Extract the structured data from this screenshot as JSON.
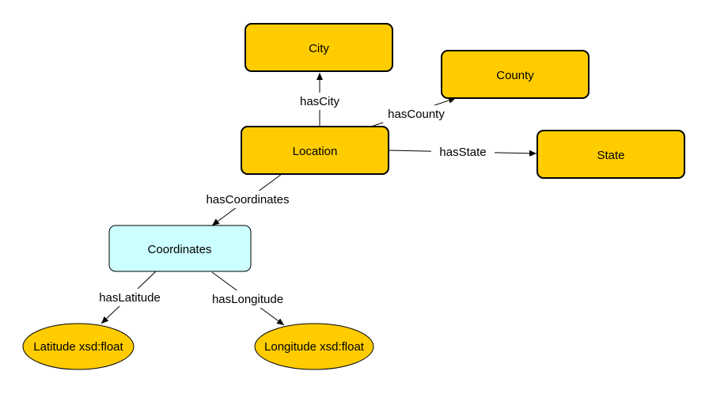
{
  "colors": {
    "class_fill": "#ffcc00",
    "blank_node_fill": "#ccffff",
    "stroke": "#000000",
    "background": "#ffffff"
  },
  "nodes": {
    "city": "City",
    "county": "County",
    "location": "Location",
    "state": "State",
    "coordinates": "Coordinates",
    "latitude": "Latitude xsd:float",
    "longitude": "Longitude xsd:float"
  },
  "edges": {
    "has_city": "hasCity",
    "has_county": "hasCounty",
    "has_state": "hasState",
    "has_coordinates": "hasCoordinates",
    "has_latitude": "hasLatitude",
    "has_longitude": "hasLongitude"
  }
}
